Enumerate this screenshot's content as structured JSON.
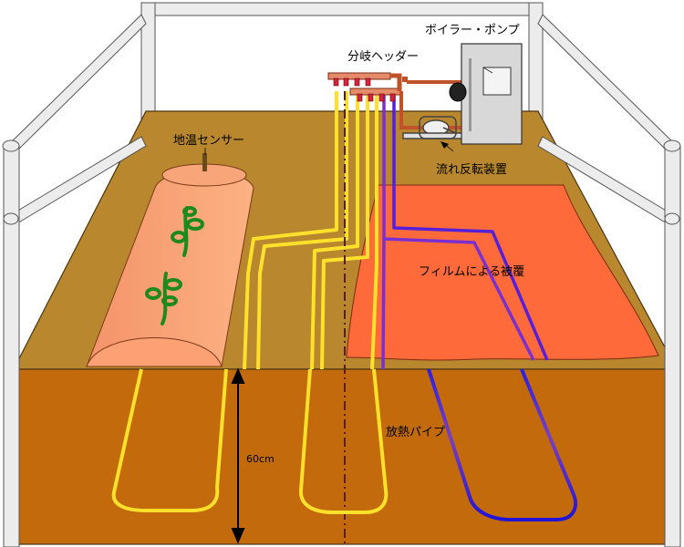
{
  "labels": {
    "boiler_pump": "ボイラー・ポンプ",
    "manifold_header": "分岐ヘッダー",
    "soil_sensor": "地温センサー",
    "flow_reverser": "流れ反転装置",
    "film_cover": "フィルムによる被覆",
    "heat_pipe": "放熱パイプ",
    "depth": "60cm"
  },
  "colors": {
    "soil_surface": "#b9872e",
    "soil_section": "#c26a0c",
    "frame": "#e8e8e8",
    "pipe_hot": "#ffe02a",
    "pipe_return": "#1f14d8",
    "film": "#ff6a3a",
    "tunnel": "#f7a070",
    "plant": "#1e8a1e",
    "header_pipe": "#c0522a"
  }
}
